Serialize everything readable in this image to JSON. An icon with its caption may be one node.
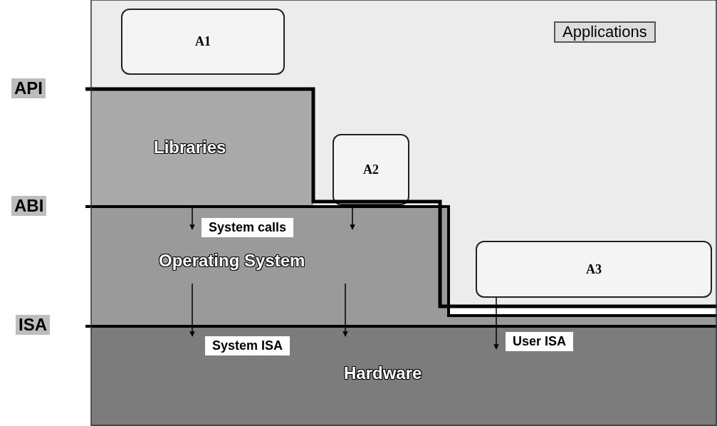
{
  "diagram": {
    "nodes": [
      {
        "text": [
          "Applications"
        ]
      },
      {
        "text": [
          "A1"
        ],
        "in": 0
      },
      {
        "text": [
          "A2"
        ],
        "in": 0
      },
      {
        "text": [
          "A3"
        ],
        "in": 0
      },
      {
        "text": [
          "Libraries"
        ]
      },
      {
        "text": [
          "Operating System"
        ]
      },
      {
        "text": [
          "Hardware"
        ]
      }
    ],
    "edges": [
      {
        "from": 4,
        "to": 5,
        "arrow": "to"
      },
      {
        "from": 2,
        "to": 5,
        "arrow": "to"
      },
      {
        "from": 5,
        "to": 6,
        "arrow": "to"
      },
      {
        "from": 5,
        "to": 6,
        "arrow": "to"
      },
      {
        "from": 3,
        "to": 6,
        "arrow": "to"
      }
    ],
    "labels": [
      "API",
      "ABI",
      "System calls",
      "ISA",
      "System ISA",
      "User ISA"
    ]
  }
}
